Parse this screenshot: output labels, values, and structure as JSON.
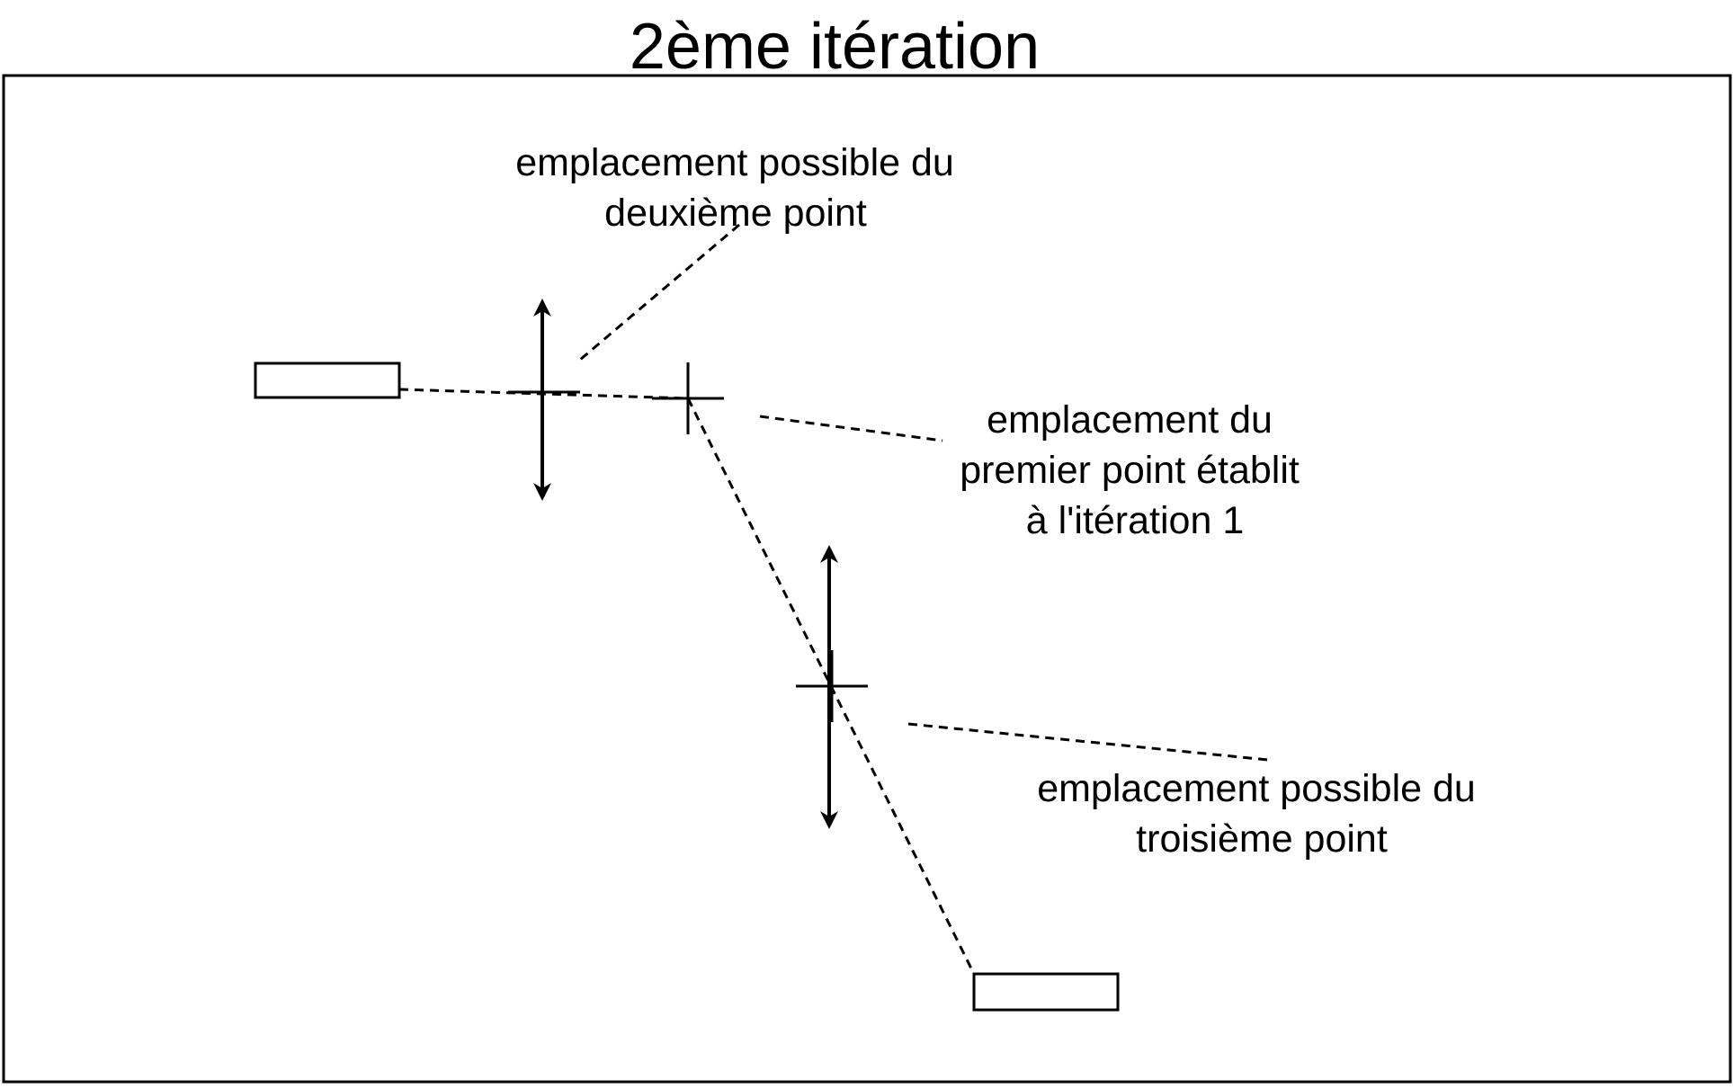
{
  "title": "2ème itération",
  "labels": {
    "second_point": [
      "emplacement possible du",
      "deuxième point"
    ],
    "first_point": [
      "emplacement du",
      "premier point établit",
      "à l'itération 1"
    ],
    "third_point": [
      "emplacement possible du",
      "troisième point"
    ]
  },
  "colors": {
    "stroke": "#000000",
    "background": "#ffffff"
  },
  "icons": {
    "point_marker": "crosshair-icon",
    "move_marker": "double-arrow-vertical-icon",
    "endpoint_marker": "rectangle-icon"
  }
}
